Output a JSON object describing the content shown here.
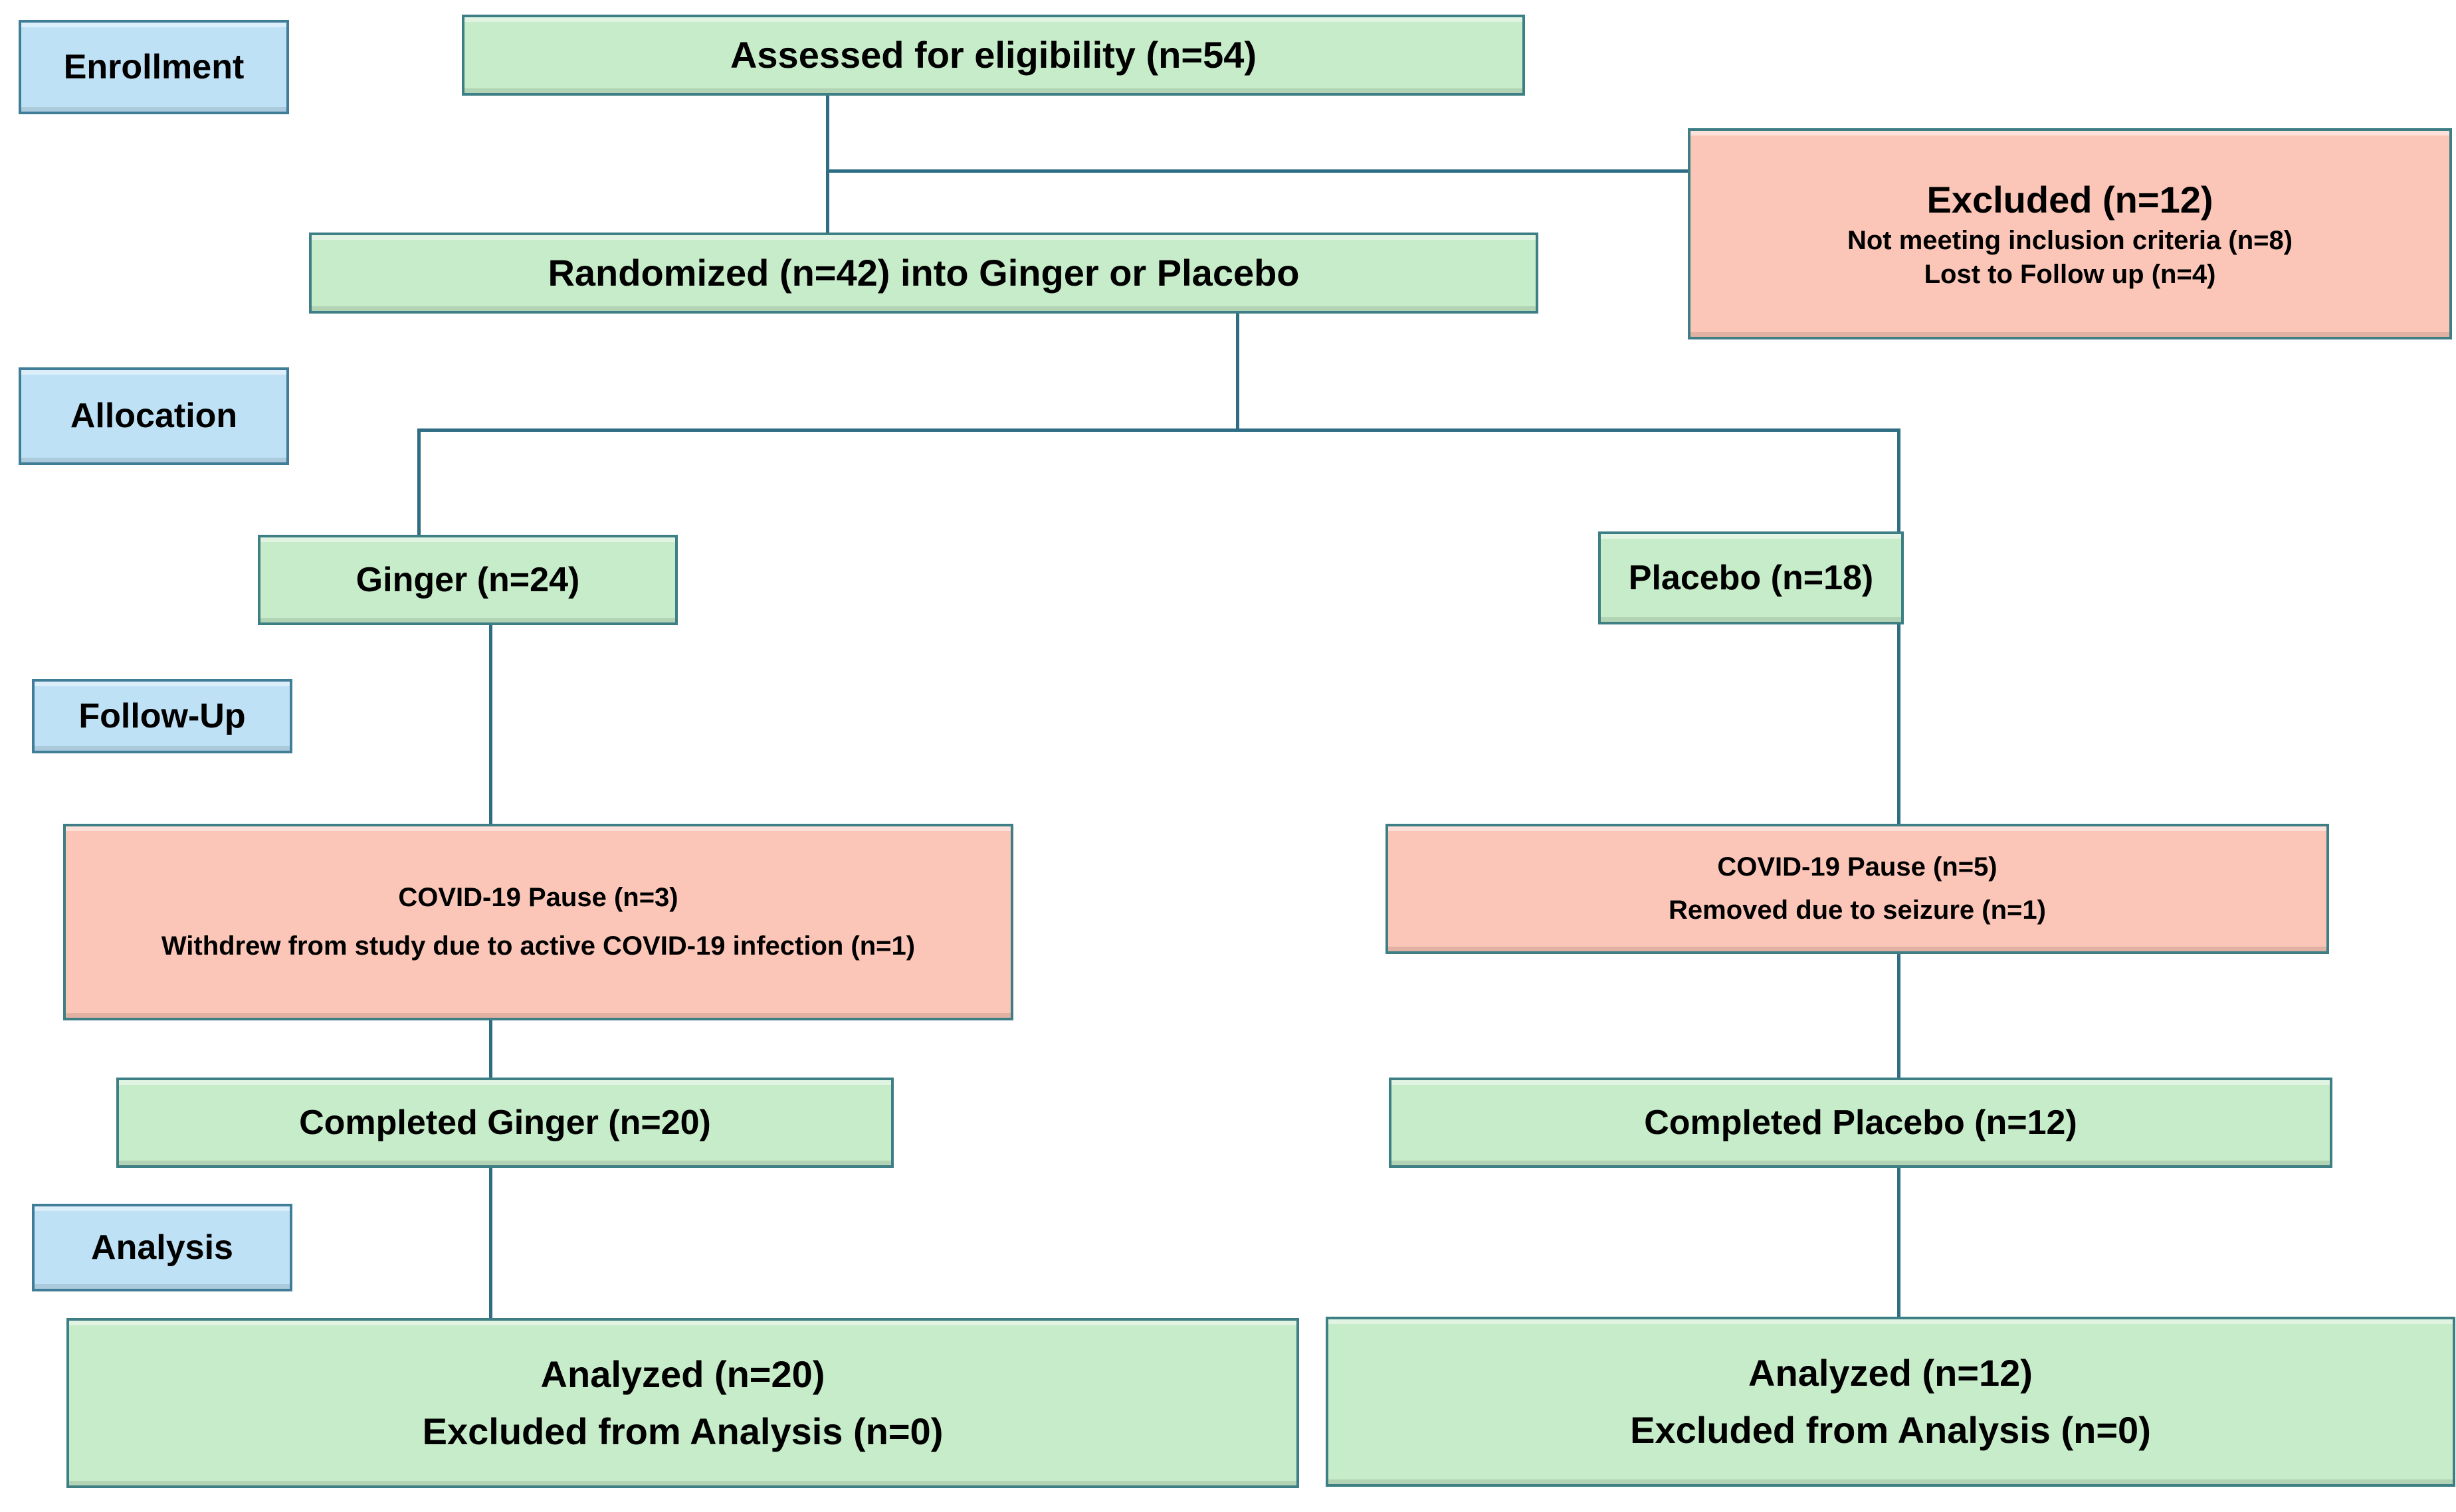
{
  "diagram": {
    "title": "CONSORT participant flow diagram",
    "colors": {
      "green_fill": "#c7ecc9",
      "pink_fill": "#fbc6b7",
      "blue_fill": "#bfe1f5",
      "border": "#3d7f84",
      "connector": "#2f6d84",
      "text": "#000000"
    }
  },
  "stages": {
    "enrollment": "Enrollment",
    "allocation": "Allocation",
    "followup": "Follow-Up",
    "analysis": "Analysis"
  },
  "nodes": {
    "assessed": "Assessed for eligibility (n=54)",
    "excluded": {
      "heading": "Excluded (n=12)",
      "reason1": "Not meeting inclusion criteria (n=8)",
      "reason2": "Lost to Follow up (n=4)"
    },
    "randomized": "Randomized (n=42) into Ginger or Placebo",
    "ginger": "Ginger (n=24)",
    "placebo": "Placebo (n=18)",
    "ginger_followup": {
      "line1": "COVID-19 Pause (n=3)",
      "line2": "Withdrew from study due to active COVID-19 infection (n=1)"
    },
    "placebo_followup": {
      "line1": "COVID-19 Pause (n=5)",
      "line2": "Removed due to seizure (n=1)"
    },
    "completed_ginger": "Completed Ginger (n=20)",
    "completed_placebo": "Completed Placebo (n=12)",
    "analyzed_ginger": {
      "line1": "Analyzed (n=20)",
      "line2": "Excluded from Analysis (n=0)"
    },
    "analyzed_placebo": {
      "line1": "Analyzed (n=12)",
      "line2": "Excluded from Analysis (n=0)"
    }
  },
  "counts": {
    "assessed": 54,
    "excluded_total": 12,
    "excluded_not_meeting": 8,
    "excluded_lost": 4,
    "randomized": 42,
    "ginger_allocated": 24,
    "placebo_allocated": 18,
    "ginger_covid_pause": 3,
    "ginger_withdrew": 1,
    "placebo_covid_pause": 5,
    "placebo_seizure": 1,
    "completed_ginger": 20,
    "completed_placebo": 12,
    "analyzed_ginger": 20,
    "analyzed_placebo": 12,
    "excluded_from_analysis_ginger": 0,
    "excluded_from_analysis_placebo": 0
  }
}
